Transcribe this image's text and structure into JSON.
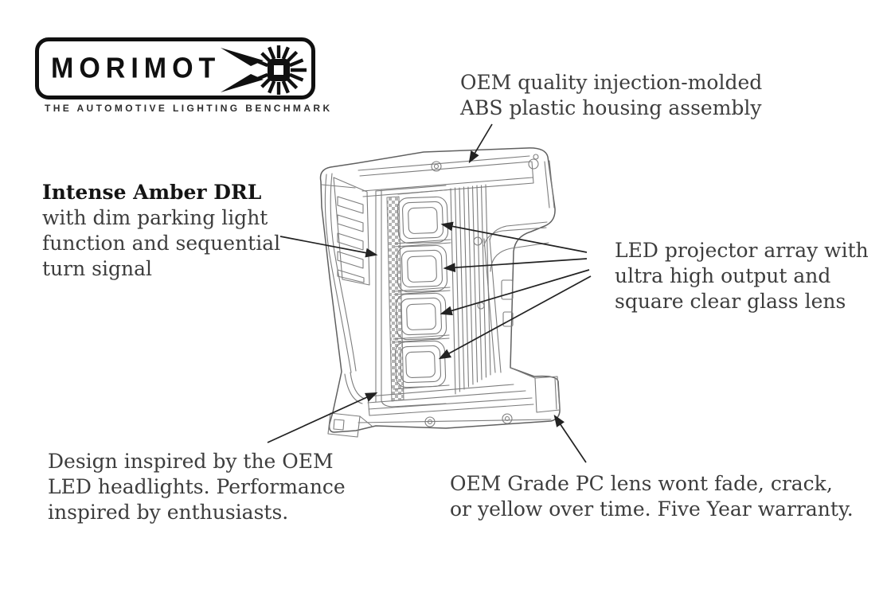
{
  "logo": {
    "brand": "MORIMOTO",
    "brand_letters": "MORIMOT",
    "tagline": "THE AUTOMOTIVE LIGHTING BENCHMARK"
  },
  "callouts": {
    "housing": {
      "lines": [
        "OEM quality injection-molded",
        "ABS plastic housing assembly"
      ]
    },
    "drl": {
      "heading": "Intense Amber DRL",
      "lines": [
        "with dim parking light",
        "function and sequential",
        "turn signal"
      ]
    },
    "projectors": {
      "lines": [
        "LED projector array with",
        "ultra high output and",
        "square clear glass lens"
      ]
    },
    "design": {
      "lines": [
        "Design inspired by the OEM",
        "LED headlights. Performance",
        "inspired by enthusiasts."
      ]
    },
    "lens": {
      "lines": [
        "OEM Grade PC lens wont fade, crack,",
        "or yellow over time. Five Year warranty."
      ]
    }
  },
  "colors": {
    "background": "#ffffff",
    "body_text": "#3d3d3d",
    "heading_text": "#141414",
    "logo_ink": "#101010",
    "line_art": "#7d7d7d",
    "arrow": "#222222"
  }
}
